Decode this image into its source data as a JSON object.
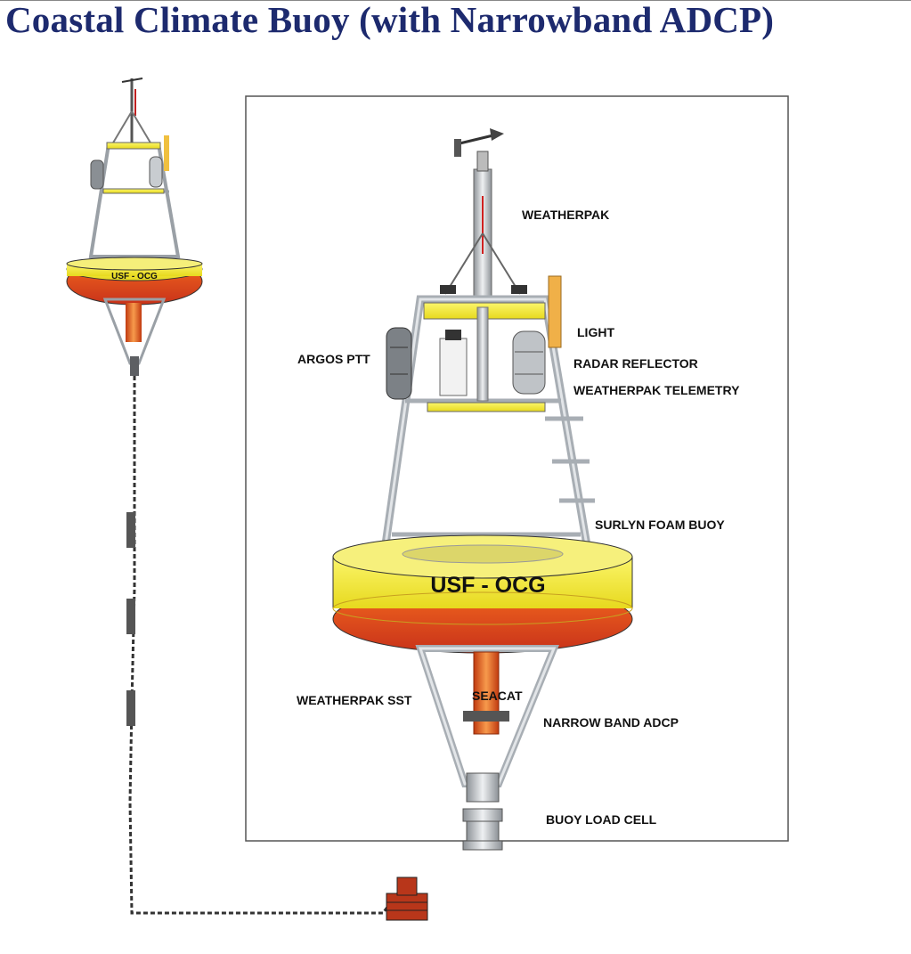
{
  "title": "Coastal Climate Buoy (with Narrowband ADCP)",
  "logo_text": "USF - OCG",
  "labels": {
    "weatherpak": "WEATHERPAK",
    "light": "LIGHT",
    "argos_ptt": "ARGOS PTT",
    "radar_reflector": "RADAR REFLECTOR",
    "weatherpak_telemetry": "WEATHERPAK TELEMETRY",
    "surlyn_foam_buoy": "SURLYN FOAM BUOY",
    "weatherpak_sst": "WEATHERPAK SST",
    "seacat": "SEACAT",
    "narrow_band_adcp": "NARROW BAND ADCP",
    "buoy_load_cell": "BUOY LOAD CELL"
  },
  "colors": {
    "title": "#1d2a6e",
    "buoy_yellow": "#f2ea3c",
    "buoy_red": "#e0421c",
    "frame": "#b8bcc0",
    "anchor": "#b8361a"
  }
}
